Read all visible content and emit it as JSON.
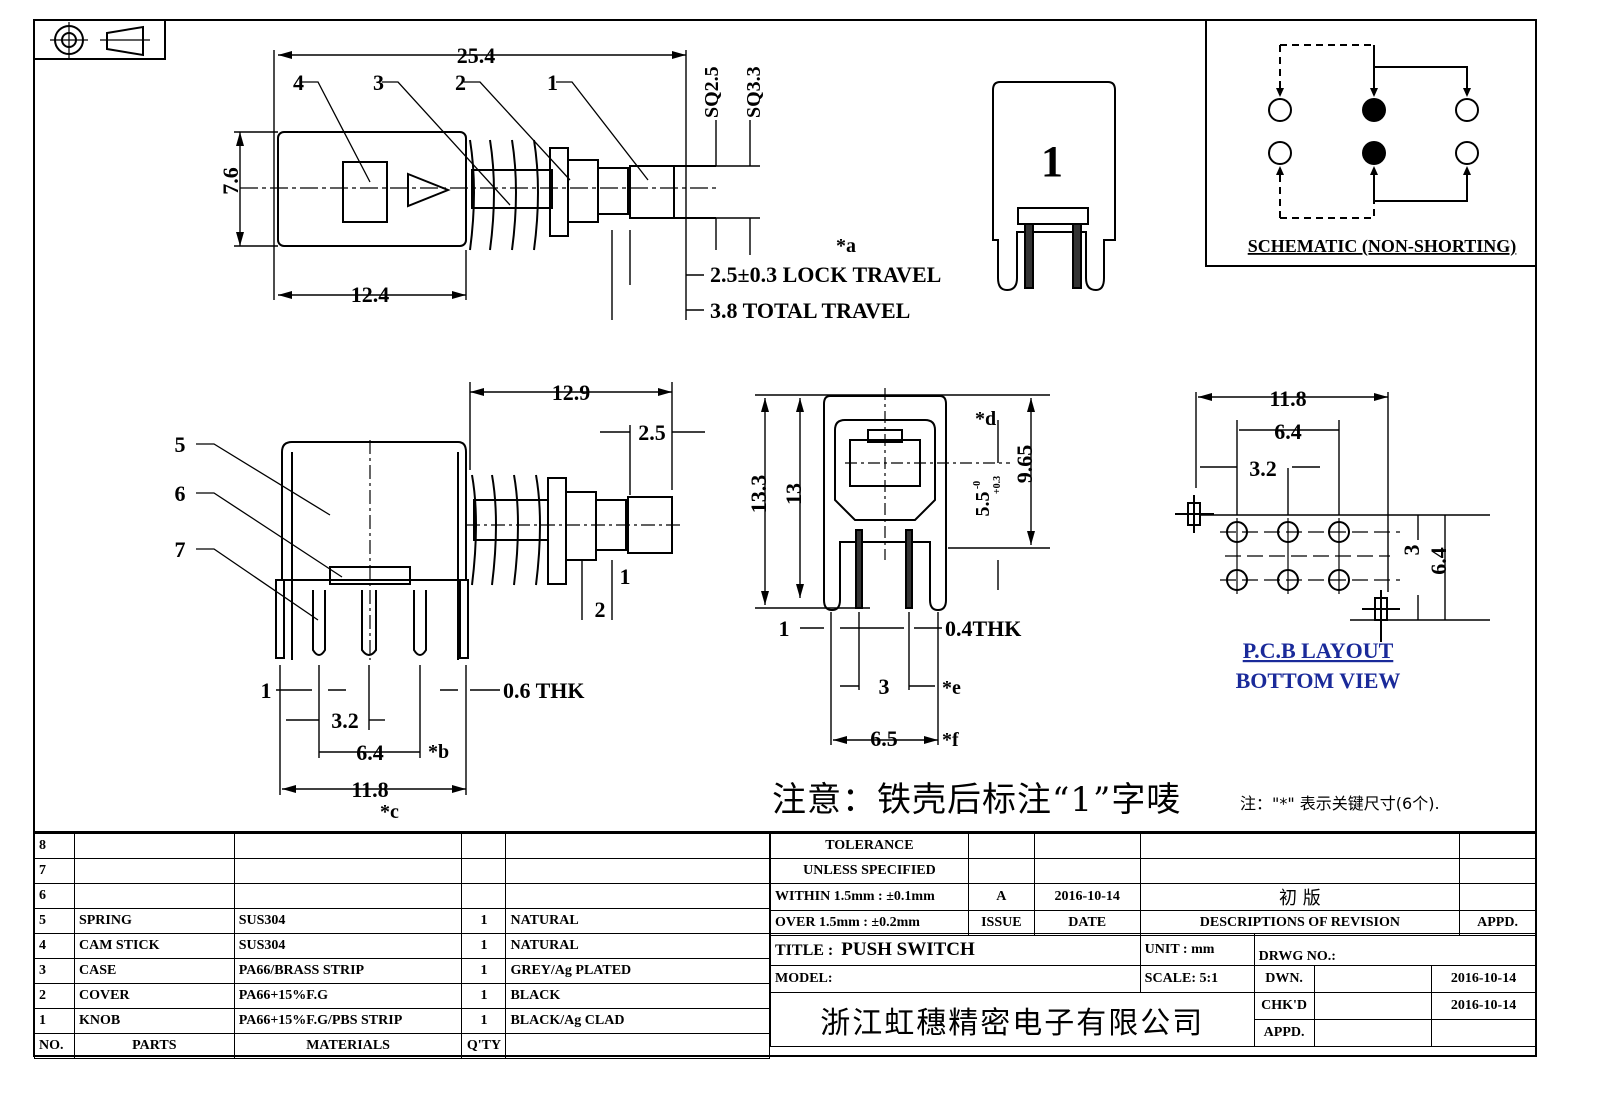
{
  "drawing": {
    "projection_symbol": "first-angle-projection-icon",
    "top_view": {
      "dims": {
        "overall_length": "25.4",
        "body_length": "12.4",
        "height": "7.6",
        "sq_small": "SQ2.5",
        "sq_large": "SQ3.3",
        "lock_travel": "2.5±0.3 LOCK TRAVEL",
        "total_travel": "3.8 TOTAL TRAVEL",
        "key_a": "*a"
      },
      "callouts": [
        "1",
        "2",
        "3",
        "4"
      ]
    },
    "end_view": {
      "marking": "1"
    },
    "schematic": {
      "label": "SCHEMATIC (NON-SHORTING)"
    },
    "side_view": {
      "dims": {
        "plunger_length": "12.9",
        "knob_length": "2.5",
        "step_1": "1",
        "step_2": "2",
        "pin_offset": "1",
        "pin_thk": "0.6 THK",
        "pitch": "3.2",
        "span": "6.4",
        "width": "11.8",
        "key_b": "*b",
        "key_c": "*c"
      },
      "callouts": [
        "5",
        "6",
        "7"
      ]
    },
    "front_view": {
      "dims": {
        "h_total": "13.3",
        "h_body": "13",
        "h_axis": "9.65",
        "axis_to_pcb": "5.5",
        "tol_plus": "+0.3",
        "tol_minus": "-0",
        "key_d": "*d",
        "lug_width": "1",
        "pin_thk": "0.4THK",
        "pin_spacing": "3",
        "lug_span": "6.5",
        "key_e": "*e",
        "key_f": "*f"
      }
    },
    "pcb": {
      "dims": {
        "width": "11.8",
        "span": "6.4",
        "pitch": "3.2",
        "row_pitch": "3",
        "row_span": "6.4"
      },
      "label_1": "P.C.B LAYOUT",
      "label_2": "BOTTOM VIEW",
      "label_color": "#1a2a9a"
    },
    "notes": {
      "chinese_main": "注意：铁壳后标注“1”字唛",
      "chinese_key": "注：\"*\"  表示关键尺寸(6个)."
    }
  },
  "bom": {
    "headers": {
      "no": "NO.",
      "parts": "PARTS",
      "materials": "MATERIALS",
      "qty": "Q'TY"
    },
    "rows": [
      {
        "no": "8",
        "part": "",
        "material": "",
        "qty": "",
        "finish": ""
      },
      {
        "no": "7",
        "part": "",
        "material": "",
        "qty": "",
        "finish": ""
      },
      {
        "no": "6",
        "part": "",
        "material": "",
        "qty": "",
        "finish": ""
      },
      {
        "no": "5",
        "part": "SPRING",
        "material": "SUS304",
        "qty": "1",
        "finish": "NATURAL"
      },
      {
        "no": "4",
        "part": "CAM STICK",
        "material": "SUS304",
        "qty": "1",
        "finish": "NATURAL"
      },
      {
        "no": "3",
        "part": "CASE",
        "material": "PA66/BRASS STRIP",
        "qty": "1",
        "finish": "GREY/Ag PLATED"
      },
      {
        "no": "2",
        "part": "COVER",
        "material": "PA66+15%F.G",
        "qty": "1",
        "finish": "BLACK"
      },
      {
        "no": "1",
        "part": "KNOB",
        "material": "PA66+15%F.G/PBS STRIP",
        "qty": "1",
        "finish": "BLACK/Ag CLAD"
      }
    ]
  },
  "title_block": {
    "tolerance_1": "TOLERANCE",
    "tolerance_2": "UNLESS  SPECIFIED",
    "within": "WITHIN 1.5mm : ±0.1mm",
    "over": "OVER 1.5mm : ±0.2mm",
    "revision": {
      "issue": "A",
      "date": "2016-10-14",
      "description": "初  版"
    },
    "rev_headers": {
      "issue": "ISSUE",
      "date": "DATE",
      "description": "DESCRIPTIONS OF REVISION",
      "appd": "APPD."
    },
    "title_label": "TITLE :",
    "title_value": "PUSH SWITCH",
    "unit": "UNIT :  mm",
    "model": "MODEL:",
    "scale": "SCALE:  5:1",
    "drwg_no": "DRWG NO.:",
    "company": "浙江虹穗精密电子有限公司",
    "dwn_label": "DWN.",
    "dwn_date": "2016-10-14",
    "chkd_label": "CHK'D",
    "chkd_date": "2016-10-14",
    "appd_label": "APPD."
  }
}
